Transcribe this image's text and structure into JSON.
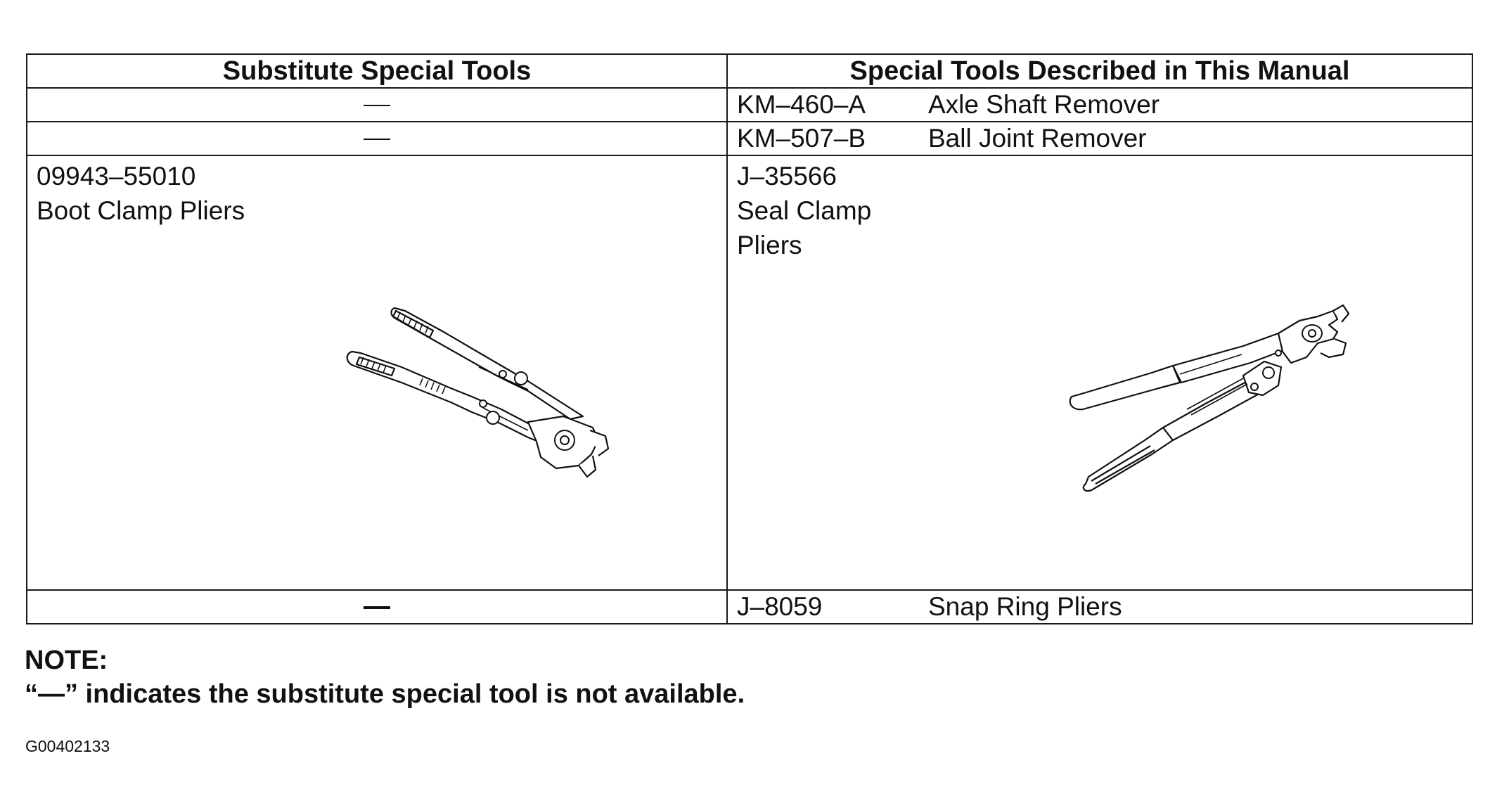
{
  "table": {
    "headers": {
      "substitute": "Substitute Special Tools",
      "described": "Special Tools Described in This Manual"
    },
    "rows": [
      {
        "substitute": "—",
        "tool_number": "KM–460–A",
        "tool_name": "Axle Shaft Remover"
      },
      {
        "substitute": "—",
        "tool_number": "KM–507–B",
        "tool_name": "Ball Joint Remover"
      },
      {
        "substitute_number": "09943–55010",
        "substitute_name": "Boot Clamp Pliers",
        "tool_number": "J–35566",
        "tool_name_line1": "Seal Clamp",
        "tool_name_line2": "Pliers",
        "substitute_icon": "boot-clamp-pliers-illustration",
        "tool_icon": "seal-clamp-pliers-illustration"
      },
      {
        "substitute": "—",
        "tool_number": "J–8059",
        "tool_name": "Snap Ring Pliers"
      }
    ]
  },
  "note": {
    "heading": "NOTE:",
    "text": "“—” indicates the substitute special tool is not available."
  },
  "figure_id": "G00402133"
}
